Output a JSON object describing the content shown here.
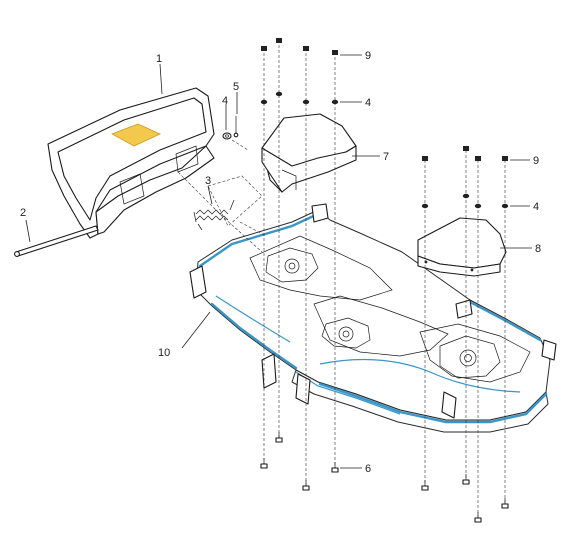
{
  "diagram": {
    "callouts": [
      {
        "id": "c1",
        "label": "1"
      },
      {
        "id": "c2",
        "label": "2"
      },
      {
        "id": "c3",
        "label": "3"
      },
      {
        "id": "c4a",
        "label": "4"
      },
      {
        "id": "c5",
        "label": "5"
      },
      {
        "id": "c9a",
        "label": "9"
      },
      {
        "id": "c4b",
        "label": "4"
      },
      {
        "id": "c7",
        "label": "7"
      },
      {
        "id": "c9b",
        "label": "9"
      },
      {
        "id": "c4c",
        "label": "4"
      },
      {
        "id": "c8",
        "label": "8"
      },
      {
        "id": "c10",
        "label": "10"
      },
      {
        "id": "c6",
        "label": "6"
      }
    ],
    "colors": {
      "deck_edge": "#3a95c9",
      "label_patch": "#f2c94c",
      "line": "#1a1a1a"
    }
  }
}
